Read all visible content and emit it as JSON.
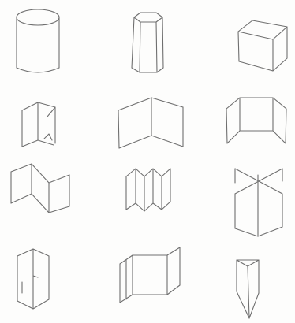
{
  "style": {
    "paper_color": "#fdfdfc",
    "line_color": "#6f6f6f"
  },
  "figures": [
    {
      "shape": "cylinder"
    },
    {
      "shape": "hexagonal-prism"
    },
    {
      "shape": "open-rectangular-box"
    },
    {
      "shape": "small-zigzag-fold-screen"
    },
    {
      "shape": "two-panel-folded-screen"
    },
    {
      "shape": "three-panel-folding-screen"
    },
    {
      "shape": "four-panel-zigzag-screen"
    },
    {
      "shape": "five-panel-accordion-fold"
    },
    {
      "shape": "x-cross-panels"
    },
    {
      "shape": "interlocked-slotted-panels"
    },
    {
      "shape": "u-shaped-screen-with-wings"
    },
    {
      "shape": "triangular-prism"
    }
  ]
}
